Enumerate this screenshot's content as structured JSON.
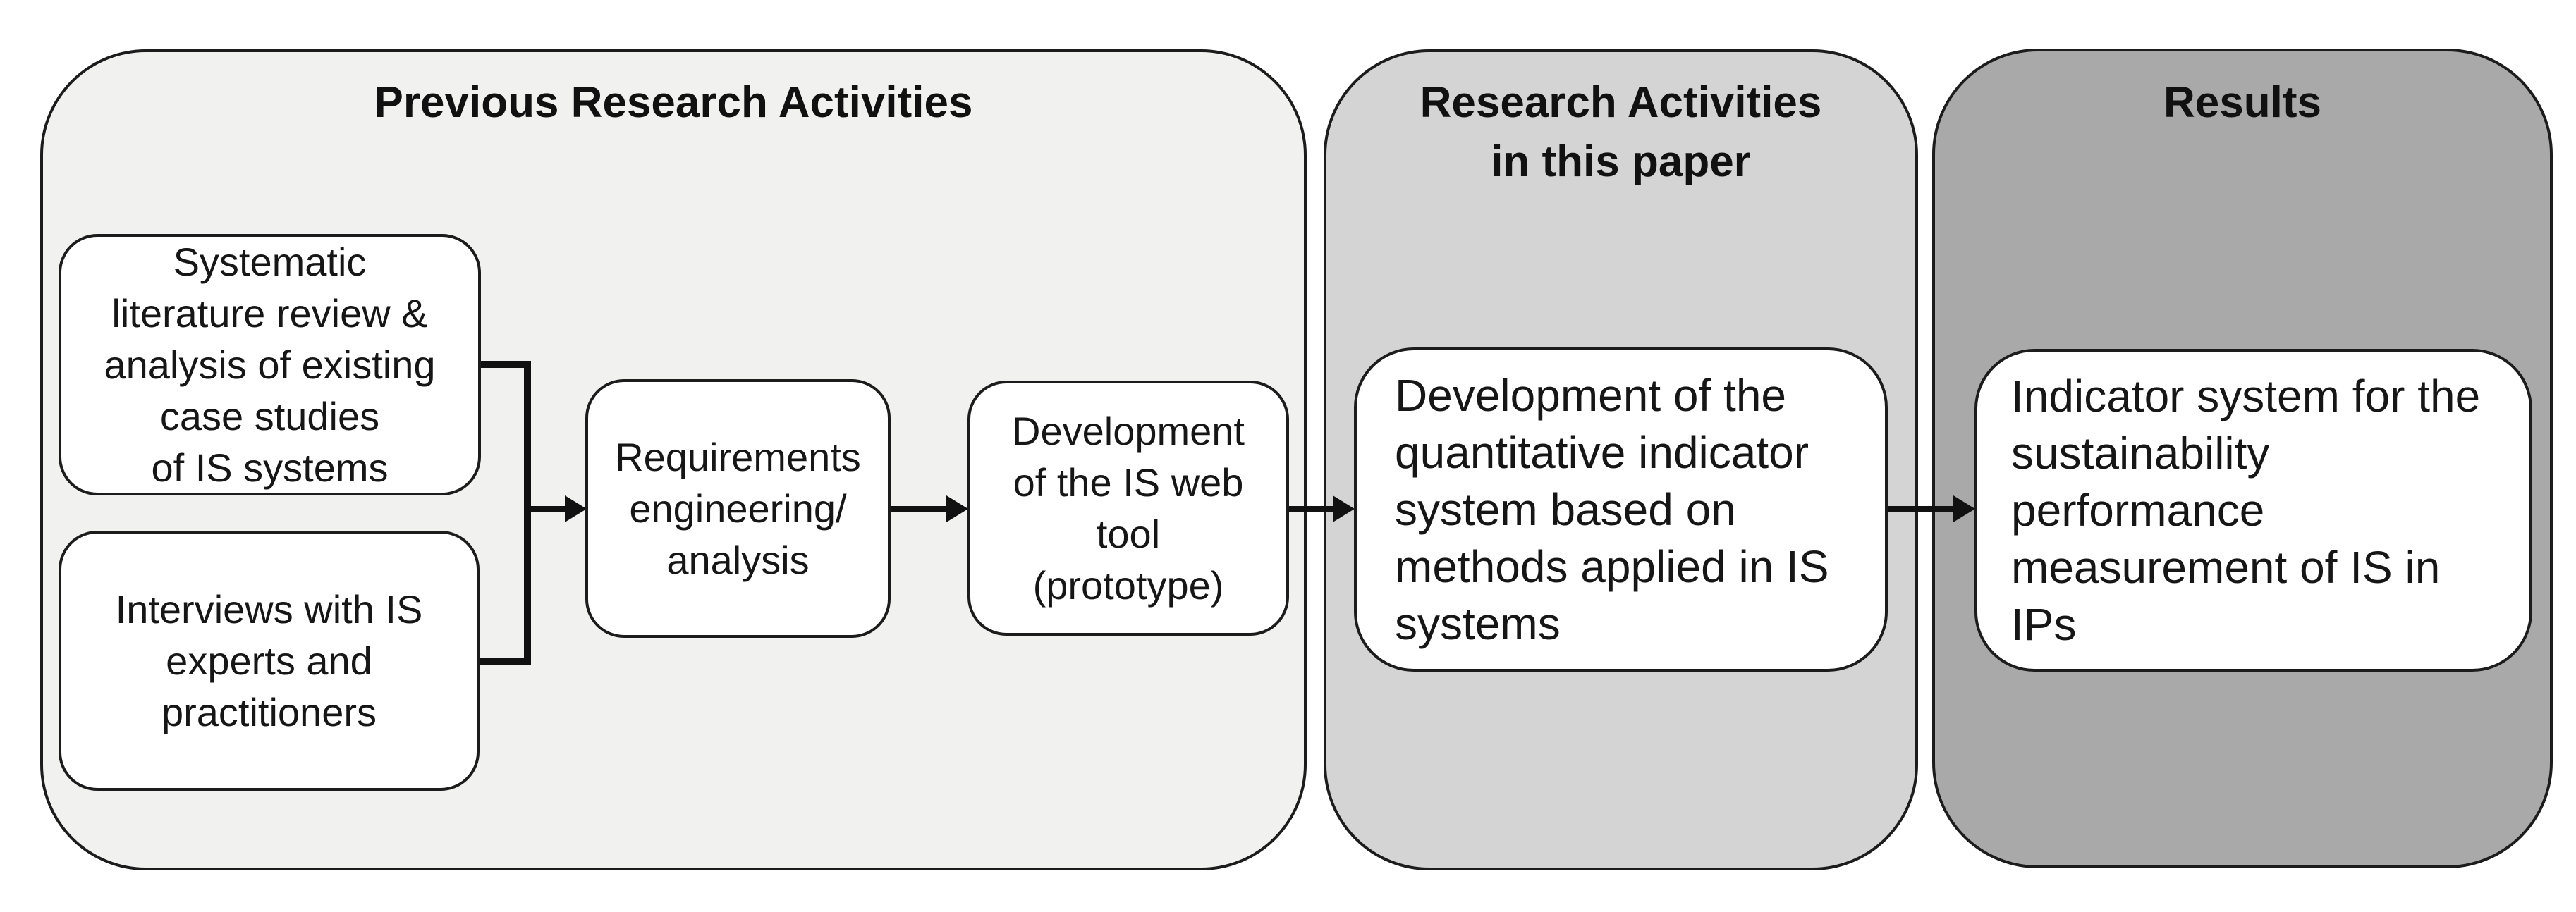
{
  "diagram": {
    "panels": [
      {
        "id": "previous",
        "title": "Previous Research Activities",
        "fill": "#f1f1f0"
      },
      {
        "id": "current",
        "title": "Research Activities\nin this paper",
        "fill": "#d4d4d4"
      },
      {
        "id": "results",
        "title": "Results",
        "fill": "#a9a9a9"
      }
    ],
    "nodes": [
      {
        "id": "literature-review",
        "panel": "previous",
        "text": "Systematic\nliterature review &\nanalysis of existing\ncase studies\nof IS systems"
      },
      {
        "id": "interviews",
        "panel": "previous",
        "text": "Interviews with IS\nexperts and\npractitioners"
      },
      {
        "id": "requirements",
        "panel": "previous",
        "text": "Requirements\nengineering/\nanalysis"
      },
      {
        "id": "web-tool",
        "panel": "previous",
        "text": "Development\nof the IS web\ntool\n(prototype)"
      },
      {
        "id": "indicator-system-dev",
        "panel": "current",
        "text": "Development of the\nquantitative indicator\nsystem based on\nmethods applied in IS\nsystems"
      },
      {
        "id": "indicator-system-result",
        "panel": "results",
        "text": "Indicator system for the\nsustainability\nperformance\nmeasurement of IS in\nIPs"
      }
    ],
    "connections": [
      {
        "from": "literature-review",
        "to": "requirements",
        "type": "merge-arrow"
      },
      {
        "from": "interviews",
        "to": "requirements",
        "type": "merge-arrow"
      },
      {
        "from": "requirements",
        "to": "web-tool",
        "type": "arrow"
      },
      {
        "from": "web-tool",
        "to": "indicator-system-dev",
        "type": "arrow"
      },
      {
        "from": "indicator-system-dev",
        "to": "indicator-system-result",
        "type": "arrow"
      }
    ],
    "line_color": "#111111",
    "border_color": "#1c1c1c",
    "node_fill": "#ffffff"
  }
}
